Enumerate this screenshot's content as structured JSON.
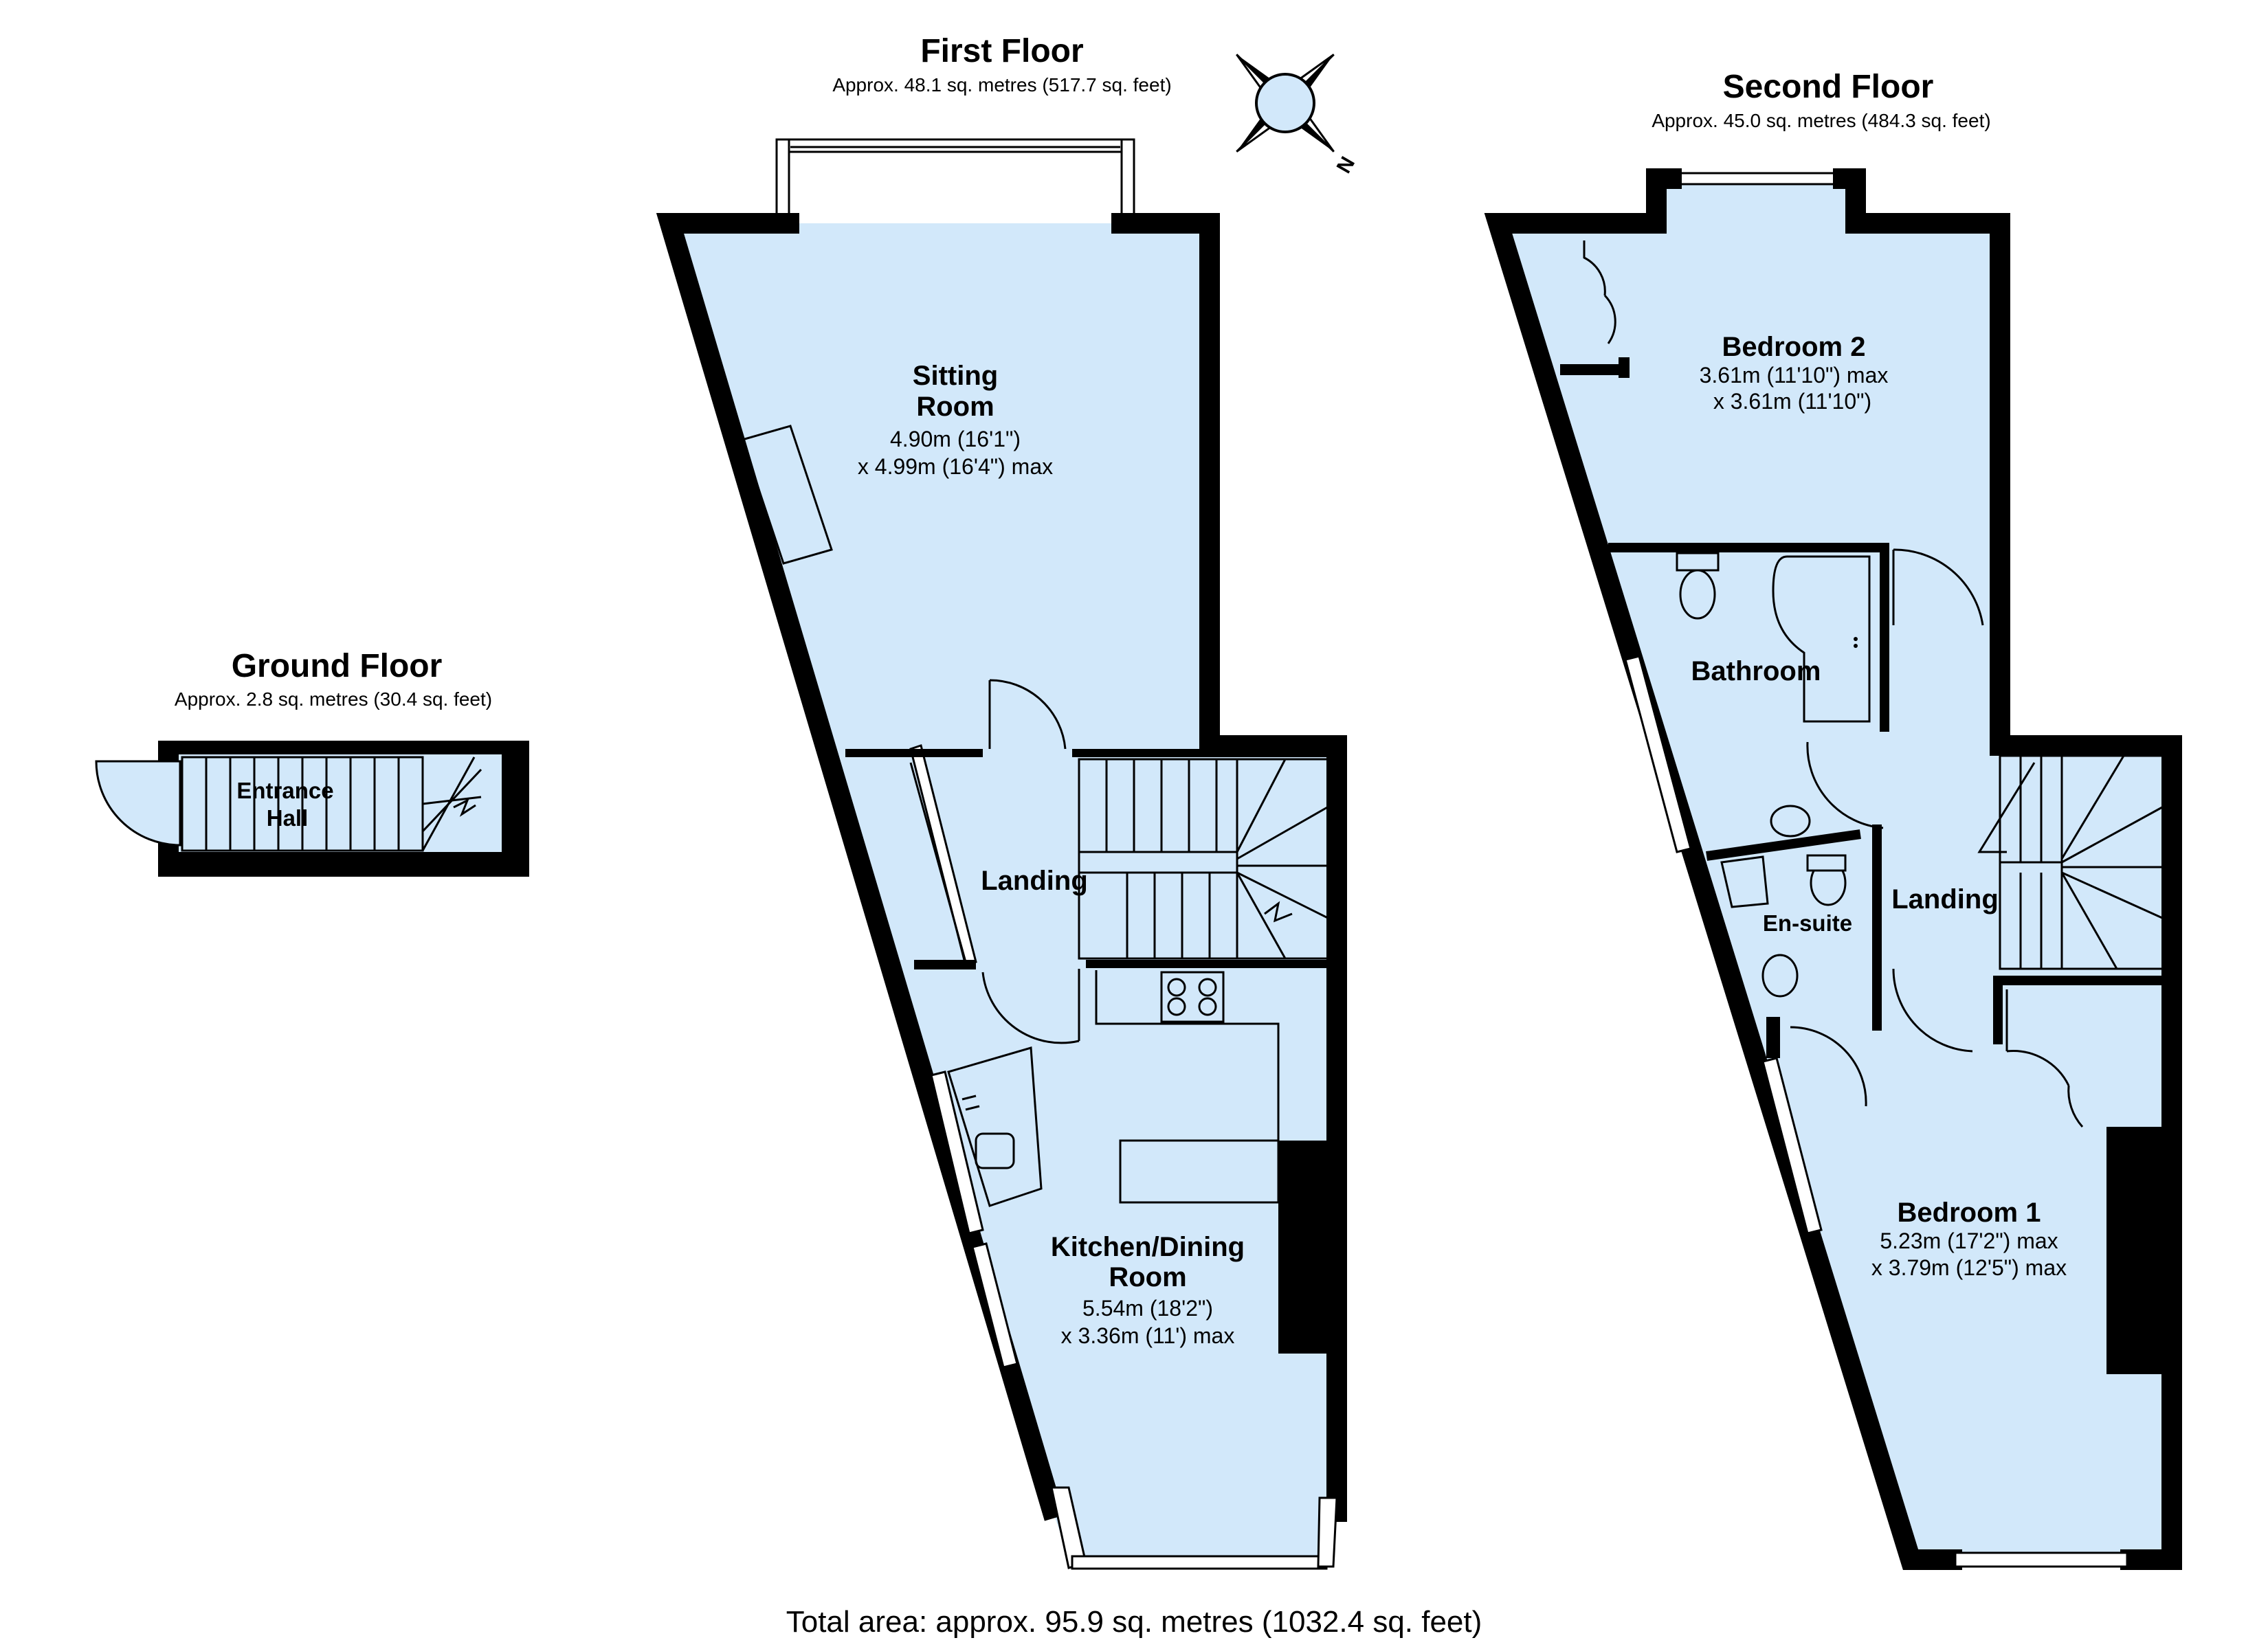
{
  "floors": {
    "ground": {
      "title": "Ground Floor",
      "area": "Approx. 2.8 sq. metres (30.4 sq. feet)",
      "rooms": {
        "entrance_hall": {
          "name_line1": "Entrance",
          "name_line2": "Hall"
        }
      }
    },
    "first": {
      "title": "First Floor",
      "area": "Approx. 48.1 sq. metres (517.7 sq. feet)",
      "rooms": {
        "sitting_room": {
          "name_line1": "Sitting",
          "name_line2": "Room",
          "dim1": "4.90m (16'1\")",
          "dim2": "x 4.99m (16'4\") max"
        },
        "landing": {
          "name": "Landing"
        },
        "kitchen_dining": {
          "name_line1": "Kitchen/Dining",
          "name_line2": "Room",
          "dim1": "5.54m (18'2\")",
          "dim2": "x 3.36m (11') max"
        }
      }
    },
    "second": {
      "title": "Second Floor",
      "area": "Approx. 45.0 sq. metres (484.3 sq. feet)",
      "rooms": {
        "bedroom2": {
          "name": "Bedroom 2",
          "dim1": "3.61m (11'10\") max",
          "dim2": "x 3.61m (11'10\")"
        },
        "bathroom": {
          "name": "Bathroom"
        },
        "ensuite": {
          "name": "En-suite"
        },
        "landing": {
          "name": "Landing"
        },
        "bedroom1": {
          "name": "Bedroom 1",
          "dim1": "5.23m (17'2\") max",
          "dim2": "x 3.79m (12'5\") max"
        }
      }
    }
  },
  "compass": {
    "label": "N"
  },
  "total_area": "Total area: approx. 95.9 sq. metres (1032.4 sq. feet)"
}
